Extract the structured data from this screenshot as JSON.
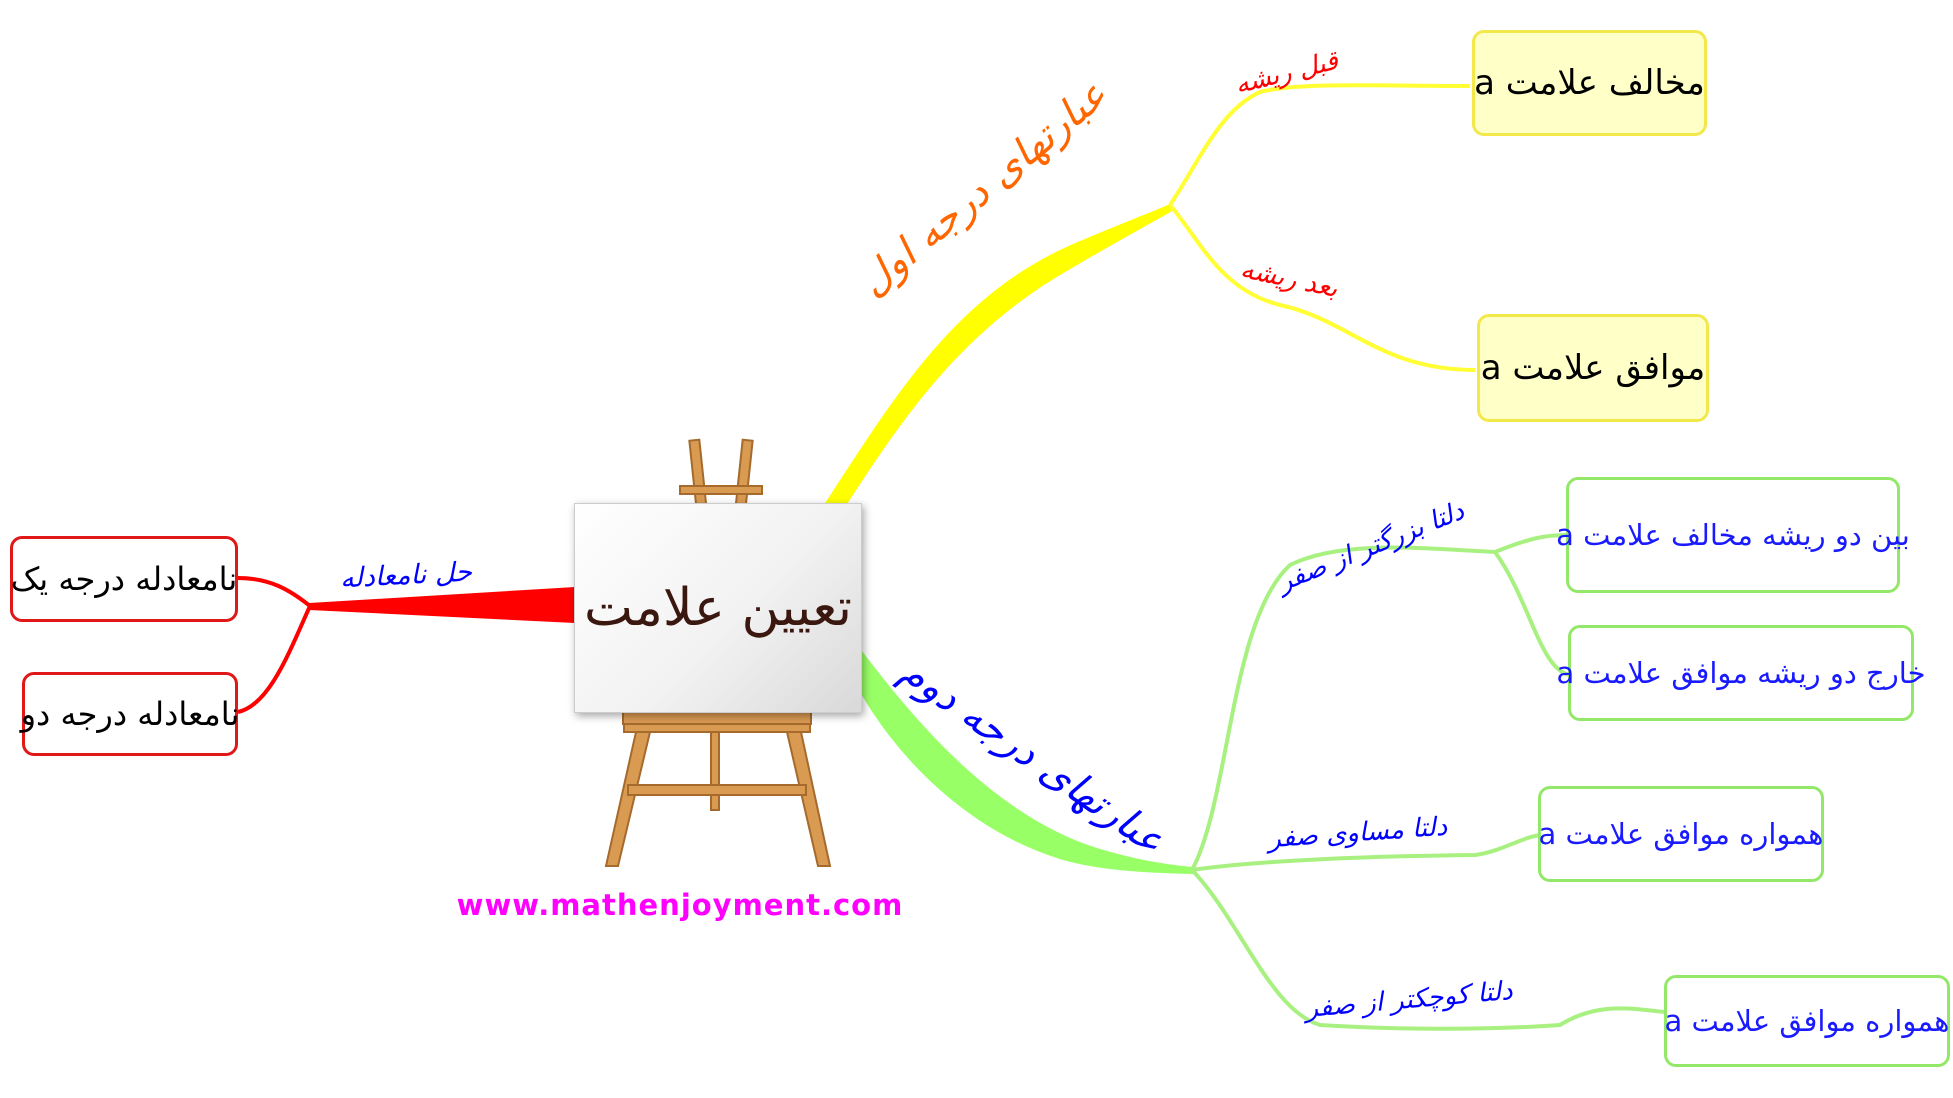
{
  "central": {
    "title": "تعیین علامت"
  },
  "website": "www.mathenjoyment.com",
  "branches": {
    "first_degree": {
      "label": "عبارتهای درجه اول",
      "color": "#ffff00",
      "sub": [
        {
          "edge_label": "قبل ریشه",
          "box": "مخالف علامت a"
        },
        {
          "edge_label": "بعد ریشه",
          "box": "موافق علامت a"
        }
      ]
    },
    "second_degree": {
      "label": "عبارتهای درجه دوم",
      "color": "#99ff66",
      "sub": [
        {
          "edge_label": "دلتا بزرگتر از صفر",
          "boxes": [
            "بین دو ریشه مخالف علامت a",
            "خارج دو ریشه موافق علامت a"
          ]
        },
        {
          "edge_label": "دلتا مساوی صفر",
          "boxes": [
            "همواره موافق علامت a"
          ]
        },
        {
          "edge_label": "دلتا کوچکتر از صفر",
          "boxes": [
            "همواره موافق علامت a"
          ]
        }
      ]
    },
    "solve_equation": {
      "label": "حل نامعادله",
      "color": "#ff0000",
      "boxes": [
        "نامعادله درجه یک",
        "نامعادله درجه دو"
      ]
    }
  },
  "colors": {
    "first_label": "#ff6600",
    "first_edge_labels": "#ff0000",
    "second_label": "#0000ff",
    "second_edge_labels": "#0000ff",
    "solve_label": "#0000ff",
    "website": "#ff00ff"
  }
}
